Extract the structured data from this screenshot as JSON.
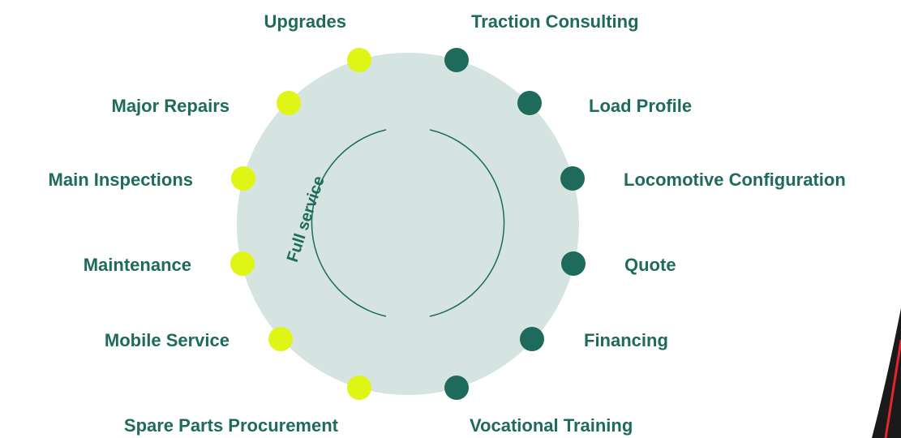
{
  "colors": {
    "text": "#1f6b5b",
    "dot_left": "#dff516",
    "dot_right": "#1f6b5b",
    "circle_fill": "#d5e4e0",
    "arc_stroke": "#1f6b5b",
    "swoosh_dark": "#1a1a1a",
    "swoosh_red": "#e4252d"
  },
  "center_label": "Full service",
  "left_services": [
    {
      "label": "Upgrades"
    },
    {
      "label": "Major Repairs"
    },
    {
      "label": "Main Inspections"
    },
    {
      "label": "Maintenance"
    },
    {
      "label": "Mobile Service"
    },
    {
      "label": "Spare Parts Procurement"
    }
  ],
  "right_services": [
    {
      "label": "Traction Consulting"
    },
    {
      "label": "Load Profile"
    },
    {
      "label": "Locomotive Configuration"
    },
    {
      "label": "Quote"
    },
    {
      "label": "Financing"
    },
    {
      "label": "Vocational Training"
    }
  ]
}
